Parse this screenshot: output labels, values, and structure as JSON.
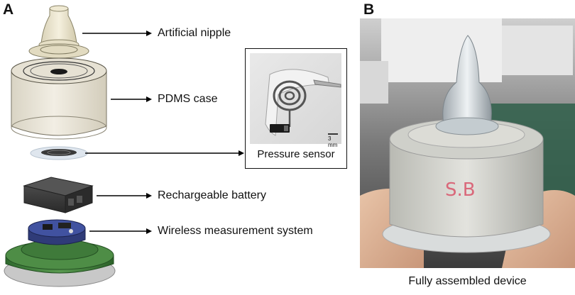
{
  "panel_a": {
    "letter": "A",
    "labels": {
      "nipple": "Artificial nipple",
      "case": "PDMS case",
      "battery": "Rechargeable battery",
      "wireless": "Wireless measurement system"
    },
    "inset": {
      "caption": "Pressure sensor",
      "scale_bar": "3 mm"
    }
  },
  "panel_b": {
    "letter": "B",
    "handwriting": "S.B",
    "caption": "Fully assembled device"
  },
  "colors": {
    "case": "#ece8dc",
    "battery": "#3a3a3a",
    "wireless_module": "#3b4a8f",
    "base": "#3f7a3a",
    "arrow": "#000000"
  }
}
